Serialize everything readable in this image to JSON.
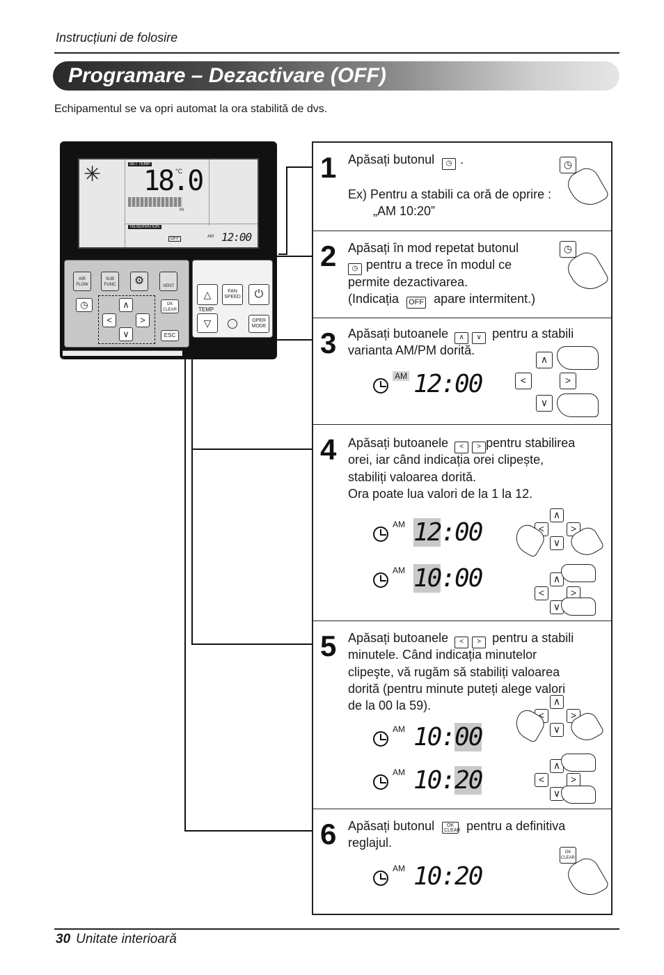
{
  "header": {
    "title": "Instrucțiuni de folosire"
  },
  "banner": {
    "title": "Programare – Dezactivare (OFF)"
  },
  "intro": "Echipamentul se va opri automat la ora stabilită de dvs.",
  "remote": {
    "lcd": {
      "set_temp": "SET TEMP",
      "temp": "18.0",
      "unit": "°C",
      "fan_level": "HI",
      "reservation": "RESERVATION",
      "off": "OFF",
      "am": "AM",
      "clock": "12:00"
    },
    "buttons": {
      "air_flow": "AIR FLOW",
      "sub_func": "SUB FUNC",
      "vent": "VENT",
      "timer": "◷",
      "up": "∧",
      "down": "∨",
      "left": "<",
      "right": ">",
      "ok_clear": "OK CLEAR",
      "esc": "ESC",
      "temp_up": "△",
      "temp_down": "▽",
      "temp_label": "TEMP",
      "fan_speed": "FAN SPEED",
      "power": "⏻",
      "oper_mode": "OPER MODE"
    }
  },
  "steps": [
    {
      "num": "1",
      "text_a": "Apăsați butonul",
      "text_b": ".",
      "example_1": "Ex) Pentru a stabili ca oră de oprire :",
      "example_2": "„AM 10:20”"
    },
    {
      "num": "2",
      "line1": "Apăsați în mod repetat butonul",
      "line2": "pentru a trece în modul ce",
      "line3": "permite dezactivarea.",
      "line4a": "(Indicația",
      "off_icon": "OFF",
      "line4b": "apare intermitent.)"
    },
    {
      "num": "3",
      "line1a": "Apăsați butoanele",
      "line1b": "pentru a stabili",
      "line2": "varianta AM/PM dorită.",
      "am": "AM",
      "time": "12:00"
    },
    {
      "num": "4",
      "line1a": "Apăsați butoanele",
      "line1b": "pentru stabilirea",
      "line2": "orei, iar când indicația orei clipește,",
      "line3": "stabiliți valoarea dorită.",
      "line4": "Ora poate lua valori de la 1 la 12.",
      "am": "AM",
      "time1_h": "12",
      "time1_m": ":00",
      "time2_h": "10",
      "time2_m": ":00"
    },
    {
      "num": "5",
      "line1a": "Apăsați butoanele",
      "line1b": "pentru a stabili",
      "line2": "minutele. Când indicația minutelor",
      "line3": "clipeşte, vă rugăm să stabiliți valoarea",
      "line4": "dorită (pentru minute puteți alege valori",
      "line5": "de la 00 la 59).",
      "am": "AM",
      "time1_h": "10:",
      "time1_m": "00",
      "time2_h": "10:",
      "time2_m": "20"
    },
    {
      "num": "6",
      "line1a": "Apăsați butonul",
      "line1b": "pentru a definitiva",
      "line2": "reglajul.",
      "am": "AM",
      "time": "10:20"
    }
  ],
  "icons": {
    "timer": "◷",
    "up": "∧",
    "down": "∨",
    "left": "<",
    "right": ">",
    "ok_clear": "OK CLEAR"
  },
  "footer": {
    "page": "30",
    "label": "Unitate interioară"
  }
}
